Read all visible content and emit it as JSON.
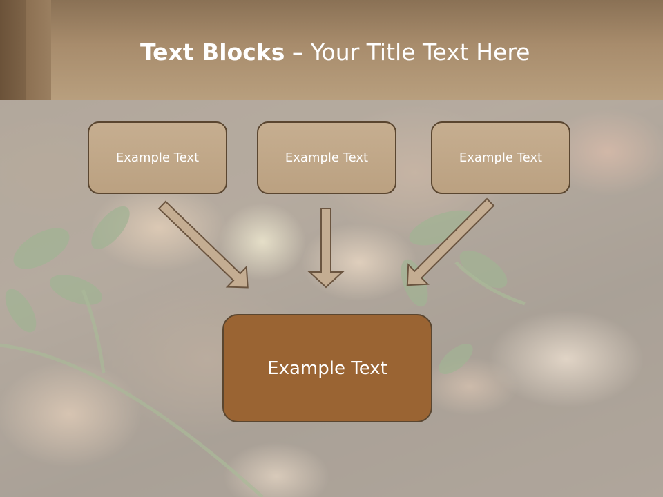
{
  "slide": {
    "title_bold": "Text Blocks",
    "title_separator": " – ",
    "title_rest": "Your Title Text Here"
  },
  "boxes": {
    "top_left": "Example Text",
    "top_middle": "Example Text",
    "top_right": "Example Text",
    "main": "Example Text"
  },
  "colors": {
    "header": "#a88c6c",
    "small_box_fill": "#c6ae90",
    "main_box_fill": "#9a6433",
    "box_border": "#5a4630",
    "arrow_fill": "#c4ad92",
    "text": "#ffffff"
  }
}
